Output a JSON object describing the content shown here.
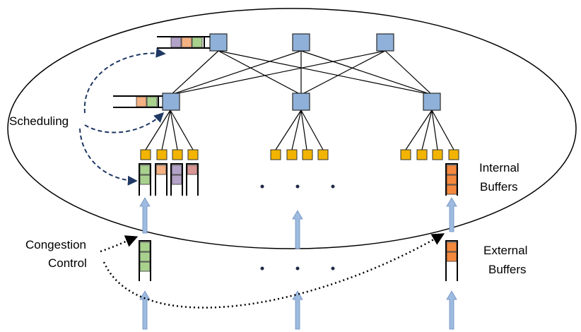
{
  "labels": {
    "scheduling": "Scheduling",
    "congestion_line1": "Congestion",
    "congestion_line2": "Control",
    "internal_line1": "Internal",
    "internal_line2": "Buffers",
    "external_line1": "External",
    "external_line2": "Buffers"
  },
  "colors": {
    "switch": "#8fb1d9",
    "switch_border": "#2b2b2b",
    "host": "#f2b400",
    "green": "#a9d18e",
    "orange": "#f4893e",
    "purple": "#b3a2c7",
    "peach": "#f4b183",
    "pink": "#d99694",
    "arrow": "#9dbbe0",
    "dashed_arrow": "#1f3864",
    "dotted_arrow": "#000000"
  }
}
